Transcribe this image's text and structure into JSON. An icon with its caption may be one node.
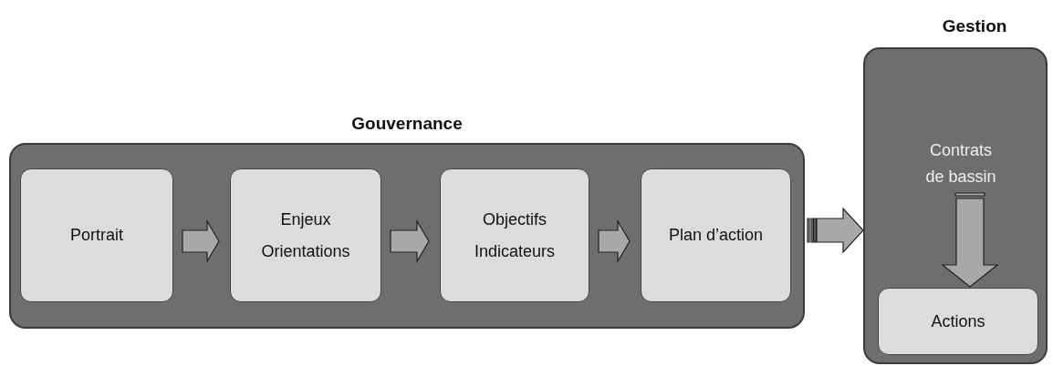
{
  "diagram": {
    "nodes": [
      {
        "text": [
          "Gouvernance"
        ]
      },
      {
        "text": [
          "Portrait"
        ],
        "in": 0
      },
      {
        "text": [
          "Enjeux",
          "Orientations"
        ],
        "in": 0
      },
      {
        "text": [
          "Objectifs",
          "Indicateurs"
        ],
        "in": 0
      },
      {
        "text": [
          "Plan d’action"
        ],
        "in": 0
      },
      {
        "text": [
          "Gestion"
        ]
      },
      {
        "text": [
          "Contrats de bassin"
        ],
        "in": 5
      },
      {
        "text": [
          "Actions"
        ],
        "in": 5
      }
    ],
    "edges": [
      {
        "from": 1,
        "to": 2,
        "arrow": "to"
      },
      {
        "from": 2,
        "to": 3,
        "arrow": "to"
      },
      {
        "from": 3,
        "to": 4,
        "arrow": "to"
      },
      {
        "from": 0,
        "to": 5,
        "arrow": "to"
      },
      {
        "from": 6,
        "to": 7,
        "arrow": "to"
      }
    ]
  }
}
